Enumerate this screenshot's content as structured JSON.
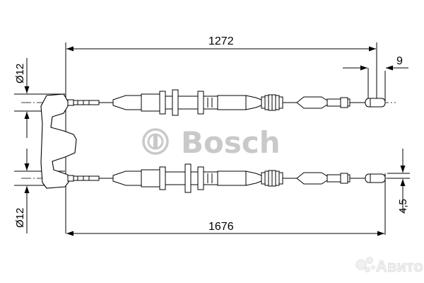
{
  "dimensions": {
    "top_length": "1272",
    "bottom_length": "1676",
    "top_right_offset": "9",
    "bottom_right_offset": "4,5",
    "top_left_diameter": "Ø12",
    "bottom_left_diameter": "Ø12"
  },
  "watermark": {
    "brand": "Bosch",
    "marketplace": "Авито"
  },
  "colors": {
    "line": "#000000",
    "watermark": "#c9c9c9"
  },
  "icons": {
    "bosch_logo": "bosch-armature-icon",
    "avito_logo": "avito-dots-icon"
  }
}
